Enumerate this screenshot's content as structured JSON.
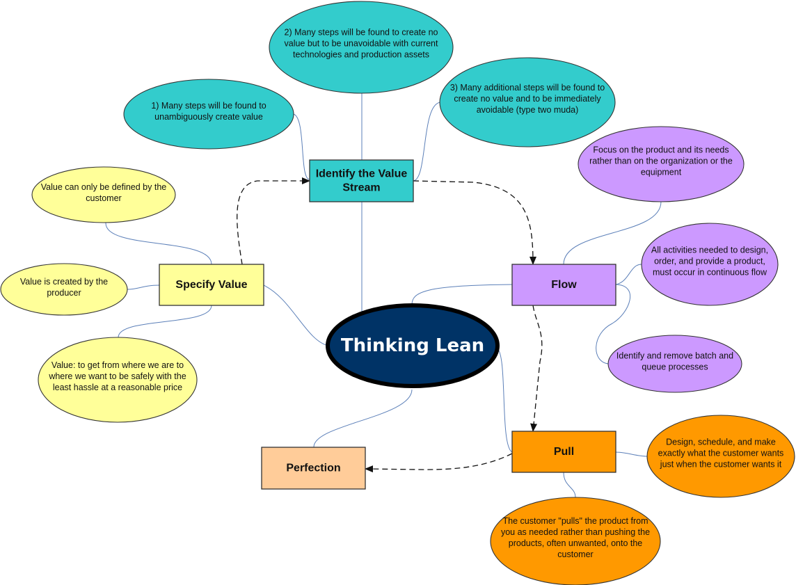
{
  "title": "Thinking Lean",
  "colors": {
    "teal": "#33cccc",
    "yellow": "#ffff99",
    "lavender": "#cc99ff",
    "orange": "#ff9900",
    "peach": "#ffcc99",
    "center_fill": "#003366",
    "center_border": "#000000",
    "outline": "#333333",
    "connector": "#5b7fb8",
    "arrow": "#111111"
  },
  "center": {
    "id": "thinking-lean",
    "label": "Thinking Lean"
  },
  "principles": [
    {
      "id": "specify-value",
      "label": "Specify Value",
      "color": "yellow"
    },
    {
      "id": "identify-value-stream",
      "label": "Identify the Value Stream",
      "color": "teal"
    },
    {
      "id": "flow",
      "label": "Flow",
      "color": "lavender"
    },
    {
      "id": "pull",
      "label": "Pull",
      "color": "orange"
    },
    {
      "id": "perfection",
      "label": "Perfection",
      "color": "peach"
    }
  ],
  "notes": [
    {
      "id": "vs-note-1",
      "parent": "identify-value-stream",
      "color": "teal",
      "text": "1) Many steps will be found to unambiguously create value"
    },
    {
      "id": "vs-note-2",
      "parent": "identify-value-stream",
      "color": "teal",
      "text": "2) Many steps will be found to create no value but to be unavoidable with current technologies and production assets"
    },
    {
      "id": "vs-note-3",
      "parent": "identify-value-stream",
      "color": "teal",
      "text": "3) Many additional steps will be found to create no value and to be immediately avoidable (type two muda)"
    },
    {
      "id": "sv-note-1",
      "parent": "specify-value",
      "color": "yellow",
      "text": "Value can only be defined by the customer"
    },
    {
      "id": "sv-note-2",
      "parent": "specify-value",
      "color": "yellow",
      "text": "Value is created by the producer"
    },
    {
      "id": "sv-note-3",
      "parent": "specify-value",
      "color": "yellow",
      "text": "Value: to get from where we are to where we want to be safely with the least hassle at a reasonable price"
    },
    {
      "id": "flow-note-1",
      "parent": "flow",
      "color": "lavender",
      "text": "Focus on the product and its needs rather than on the organization or the equipment"
    },
    {
      "id": "flow-note-2",
      "parent": "flow",
      "color": "lavender",
      "text": "All activities needed to design, order, and provide a product, must occur in continuous flow"
    },
    {
      "id": "flow-note-3",
      "parent": "flow",
      "color": "lavender",
      "text": "Identify and remove batch and queue processes"
    },
    {
      "id": "pull-note-1",
      "parent": "pull",
      "color": "orange",
      "text": "Design, schedule, and make exactly what the customer wants just when the customer wants it"
    },
    {
      "id": "pull-note-2",
      "parent": "pull",
      "color": "orange",
      "text": "The customer \"pulls\" the product from you as needed rather than pushing the products, often unwanted, onto the customer"
    }
  ],
  "sequence": [
    {
      "from": "specify-value",
      "to": "identify-value-stream"
    },
    {
      "from": "identify-value-stream",
      "to": "flow"
    },
    {
      "from": "flow",
      "to": "pull"
    },
    {
      "from": "pull",
      "to": "perfection"
    }
  ]
}
